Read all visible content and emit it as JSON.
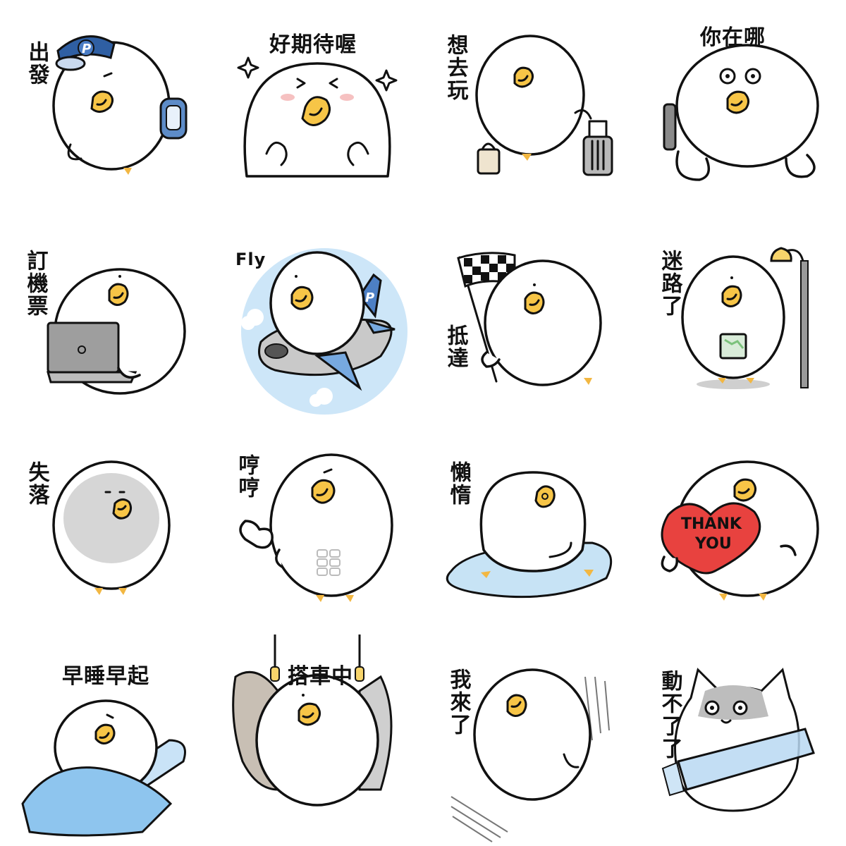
{
  "stickers": [
    {
      "id": 1,
      "caption": "出發"
    },
    {
      "id": 2,
      "caption": "好期待喔"
    },
    {
      "id": 3,
      "caption": "想去玩"
    },
    {
      "id": 4,
      "caption": "你在哪"
    },
    {
      "id": 5,
      "caption": "訂機票"
    },
    {
      "id": 6,
      "caption": "Fly"
    },
    {
      "id": 7,
      "caption": "抵達"
    },
    {
      "id": 8,
      "caption": "迷路了"
    },
    {
      "id": 9,
      "caption": "失落"
    },
    {
      "id": 10,
      "caption": "哼哼"
    },
    {
      "id": 11,
      "caption": "懶惰"
    },
    {
      "id": 12,
      "caption": "",
      "heart_text_line1": "THANK",
      "heart_text_line2": "YOU"
    },
    {
      "id": 13,
      "caption": "早睡早起"
    },
    {
      "id": 14,
      "caption": "搭車中"
    },
    {
      "id": 15,
      "caption": "我來了"
    },
    {
      "id": 16,
      "caption": "動不了了"
    }
  ],
  "cap_letter": "P",
  "colors": {
    "beak": "#f7c547",
    "feet": "#f2b742",
    "cap_blue": "#2f5fa3",
    "heart_red": "#e8423f",
    "sky_blue": "#cde6f8",
    "mat_blue": "#c7e3f5",
    "blanket_blue": "#8ec5ee",
    "laptop_grey": "#9e9e9e",
    "gloom_grey": "#d6d6d6"
  }
}
